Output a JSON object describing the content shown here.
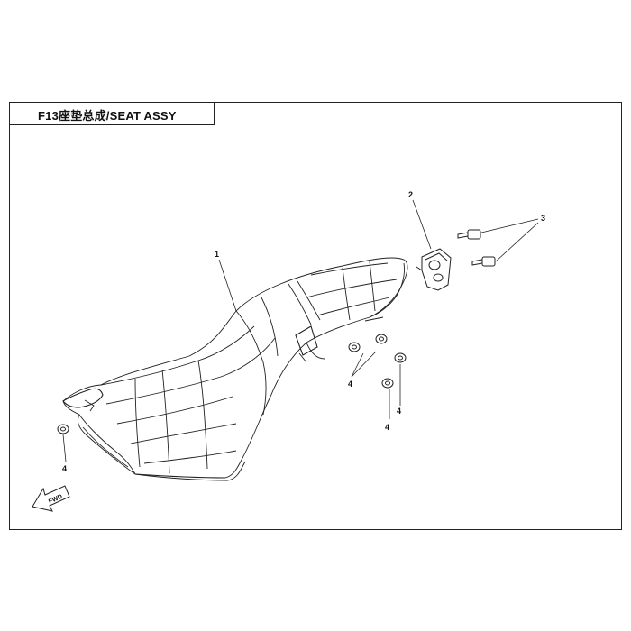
{
  "title": "F13座垫总成/SEAT ASSY",
  "callouts": {
    "seat": "1",
    "bracket": "2",
    "bolts": "3",
    "nut_a": "4",
    "nut_b": "4",
    "nut_c": "4",
    "nut_front": "4"
  },
  "fwd_label": "FWD"
}
